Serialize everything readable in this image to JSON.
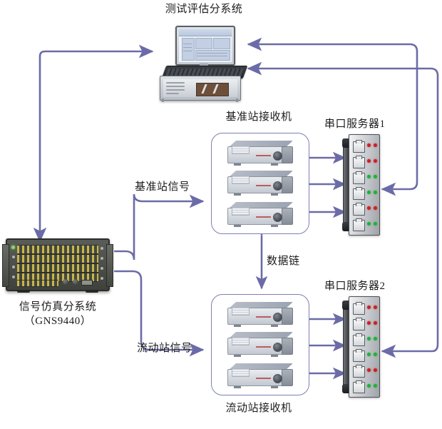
{
  "diagram": {
    "title": "测试评估分系统",
    "theme": {
      "wire": "#6b6ba8",
      "group_border": "#7d7fb5",
      "led_red": "#cc1f26",
      "led_green": "#1fb03a",
      "background": "#ffffff"
    },
    "labels": {
      "test_eval_subsystem": "测试评估分系统",
      "base_station_receiver": "基准站接收机",
      "serial_server_1": "串口服务器1",
      "serial_server_2": "串口服务器2",
      "base_station_signal": "基准站信号",
      "rover_signal": "流动站信号",
      "data_link": "数据链",
      "rover_receiver": "流动站接收机",
      "signal_sim_subsystem_line1": "信号仿真分系统",
      "signal_sim_subsystem_line2": "（GNS9440）"
    },
    "nodes": [
      {
        "id": "test-eval",
        "name": "测试评估分系统",
        "type": "workstation",
        "parts": [
          "monitor",
          "keyboard",
          "chassis"
        ]
      },
      {
        "id": "signal-sim",
        "name": "信号仿真分系统（GNS9440）",
        "type": "rack-simulator"
      },
      {
        "id": "base-rx",
        "name": "基准站接收机",
        "type": "receiver-group",
        "receiver_count": 3
      },
      {
        "id": "rover-rx",
        "name": "流动站接收机",
        "type": "receiver-group",
        "receiver_count": 3
      },
      {
        "id": "srv1",
        "name": "串口服务器1",
        "type": "serial-server",
        "port_count": 6
      },
      {
        "id": "srv2",
        "name": "串口服务器2",
        "type": "serial-server",
        "port_count": 6
      }
    ],
    "serial_server_leds": [
      "red",
      "red",
      "green",
      "green",
      "red",
      "green"
    ],
    "connections": [
      {
        "from": "signal-sim",
        "to": "base-rx",
        "label": "基准站信号",
        "arrow": "single"
      },
      {
        "from": "signal-sim",
        "to": "rover-rx",
        "label": "流动站信号",
        "arrow": "single"
      },
      {
        "from": "base-rx",
        "to": "rover-rx",
        "label": "数据链",
        "arrow": "double"
      },
      {
        "from": "base-rx",
        "to": "srv1",
        "label": "",
        "arrow": "double"
      },
      {
        "from": "rover-rx",
        "to": "srv2",
        "label": "",
        "arrow": "double"
      },
      {
        "from": "srv1",
        "to": "test-eval",
        "label": "",
        "arrow": "single"
      },
      {
        "from": "srv2",
        "to": "test-eval",
        "label": "",
        "arrow": "single"
      },
      {
        "from": "test-eval",
        "to": "signal-sim",
        "label": "",
        "arrow": "single"
      }
    ]
  }
}
